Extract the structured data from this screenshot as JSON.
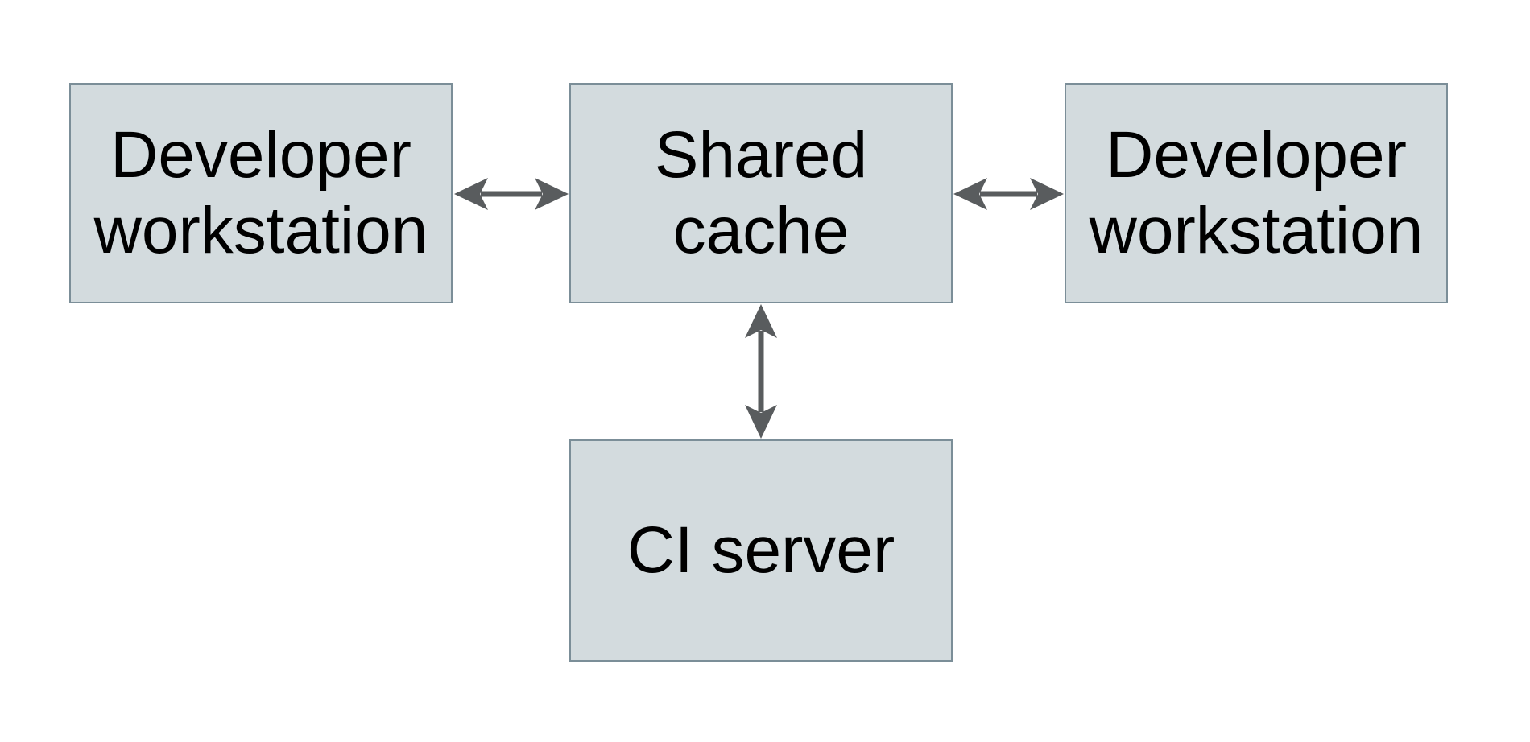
{
  "diagram": {
    "colors": {
      "background": "#ffffff",
      "node_fill": "#d3dbde",
      "node_border": "#7b8e98",
      "arrow": "#595c5e",
      "text": "#000000"
    },
    "nodes": [
      {
        "id": "developer-workstation-left",
        "label": "Developer workstation"
      },
      {
        "id": "shared-cache",
        "label": "Shared cache"
      },
      {
        "id": "developer-workstation-right",
        "label": "Developer workstation"
      },
      {
        "id": "ci-server",
        "label": "CI server"
      }
    ],
    "edges": [
      {
        "from": "developer-workstation-left",
        "to": "shared-cache",
        "direction": "bidirectional",
        "orientation": "horizontal"
      },
      {
        "from": "shared-cache",
        "to": "developer-workstation-right",
        "direction": "bidirectional",
        "orientation": "horizontal"
      },
      {
        "from": "shared-cache",
        "to": "ci-server",
        "direction": "bidirectional",
        "orientation": "vertical"
      }
    ]
  }
}
